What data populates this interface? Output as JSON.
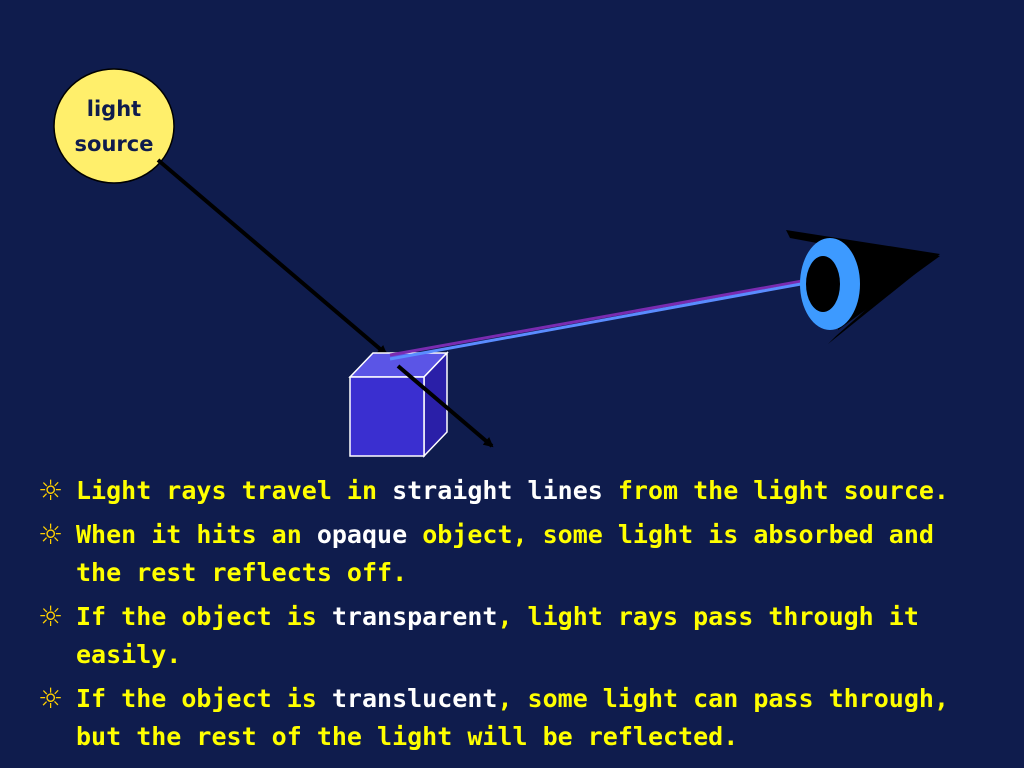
{
  "diagram": {
    "light_source_label_line1": "light",
    "light_source_label_line2": "source"
  },
  "bullets": [
    {
      "icon": "sun-icon",
      "parts": [
        {
          "text": "Light rays travel in ",
          "highlight": false
        },
        {
          "text": "straight lines",
          "highlight": true
        },
        {
          "text": " from the light source.",
          "highlight": false
        }
      ]
    },
    {
      "icon": "sun-icon",
      "parts": [
        {
          "text": "When it hits an ",
          "highlight": false
        },
        {
          "text": "opaque",
          "highlight": true
        },
        {
          "text": " object, some light is absorbed and the rest reflects off.",
          "highlight": false
        }
      ]
    },
    {
      "icon": "sun-icon",
      "parts": [
        {
          "text": "If the object is ",
          "highlight": false
        },
        {
          "text": "transparent",
          "highlight": true
        },
        {
          "text": ", light rays pass through it easily.",
          "highlight": false
        }
      ]
    },
    {
      "icon": "sun-icon",
      "parts": [
        {
          "text": "If the object is ",
          "highlight": false
        },
        {
          "text": "translucent",
          "highlight": true
        },
        {
          "text": ", some light can pass through, but the rest of the light will be reflected.",
          "highlight": false
        }
      ]
    }
  ],
  "colors": {
    "background": "#0f1c4d",
    "text": "#ffff00",
    "highlight": "#ffffff",
    "light_source": "#ffef6b",
    "cube": "#3a2fd0",
    "eye": "#3d9aff",
    "reflected_ray": "#5a8cff"
  }
}
